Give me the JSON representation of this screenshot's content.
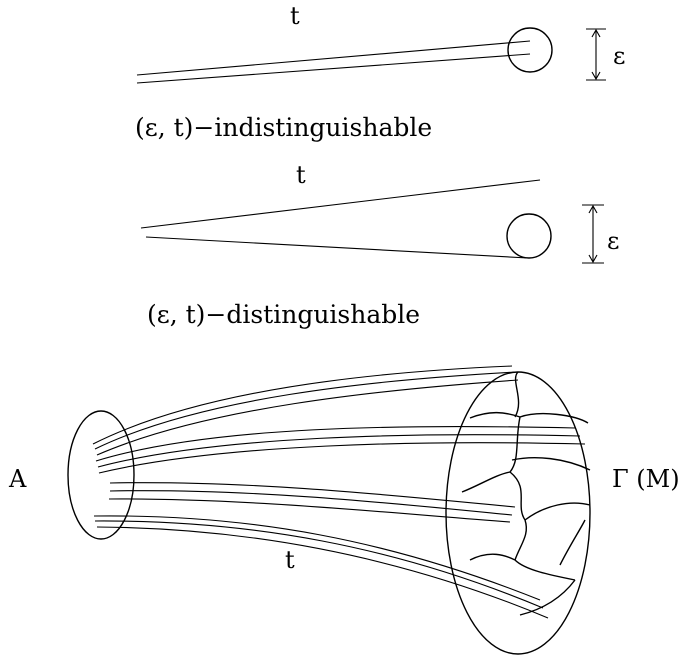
{
  "panel_top": {
    "t_label": "t",
    "epsilon_label": "ε",
    "caption": "(ε, t)−indistinguishable"
  },
  "panel_middle": {
    "t_label": "t",
    "epsilon_label": "ε",
    "caption": "(ε, t)−distinguishable"
  },
  "panel_bottom": {
    "set_label": "A",
    "t_label": "t",
    "space_label": "Γ (M)"
  }
}
